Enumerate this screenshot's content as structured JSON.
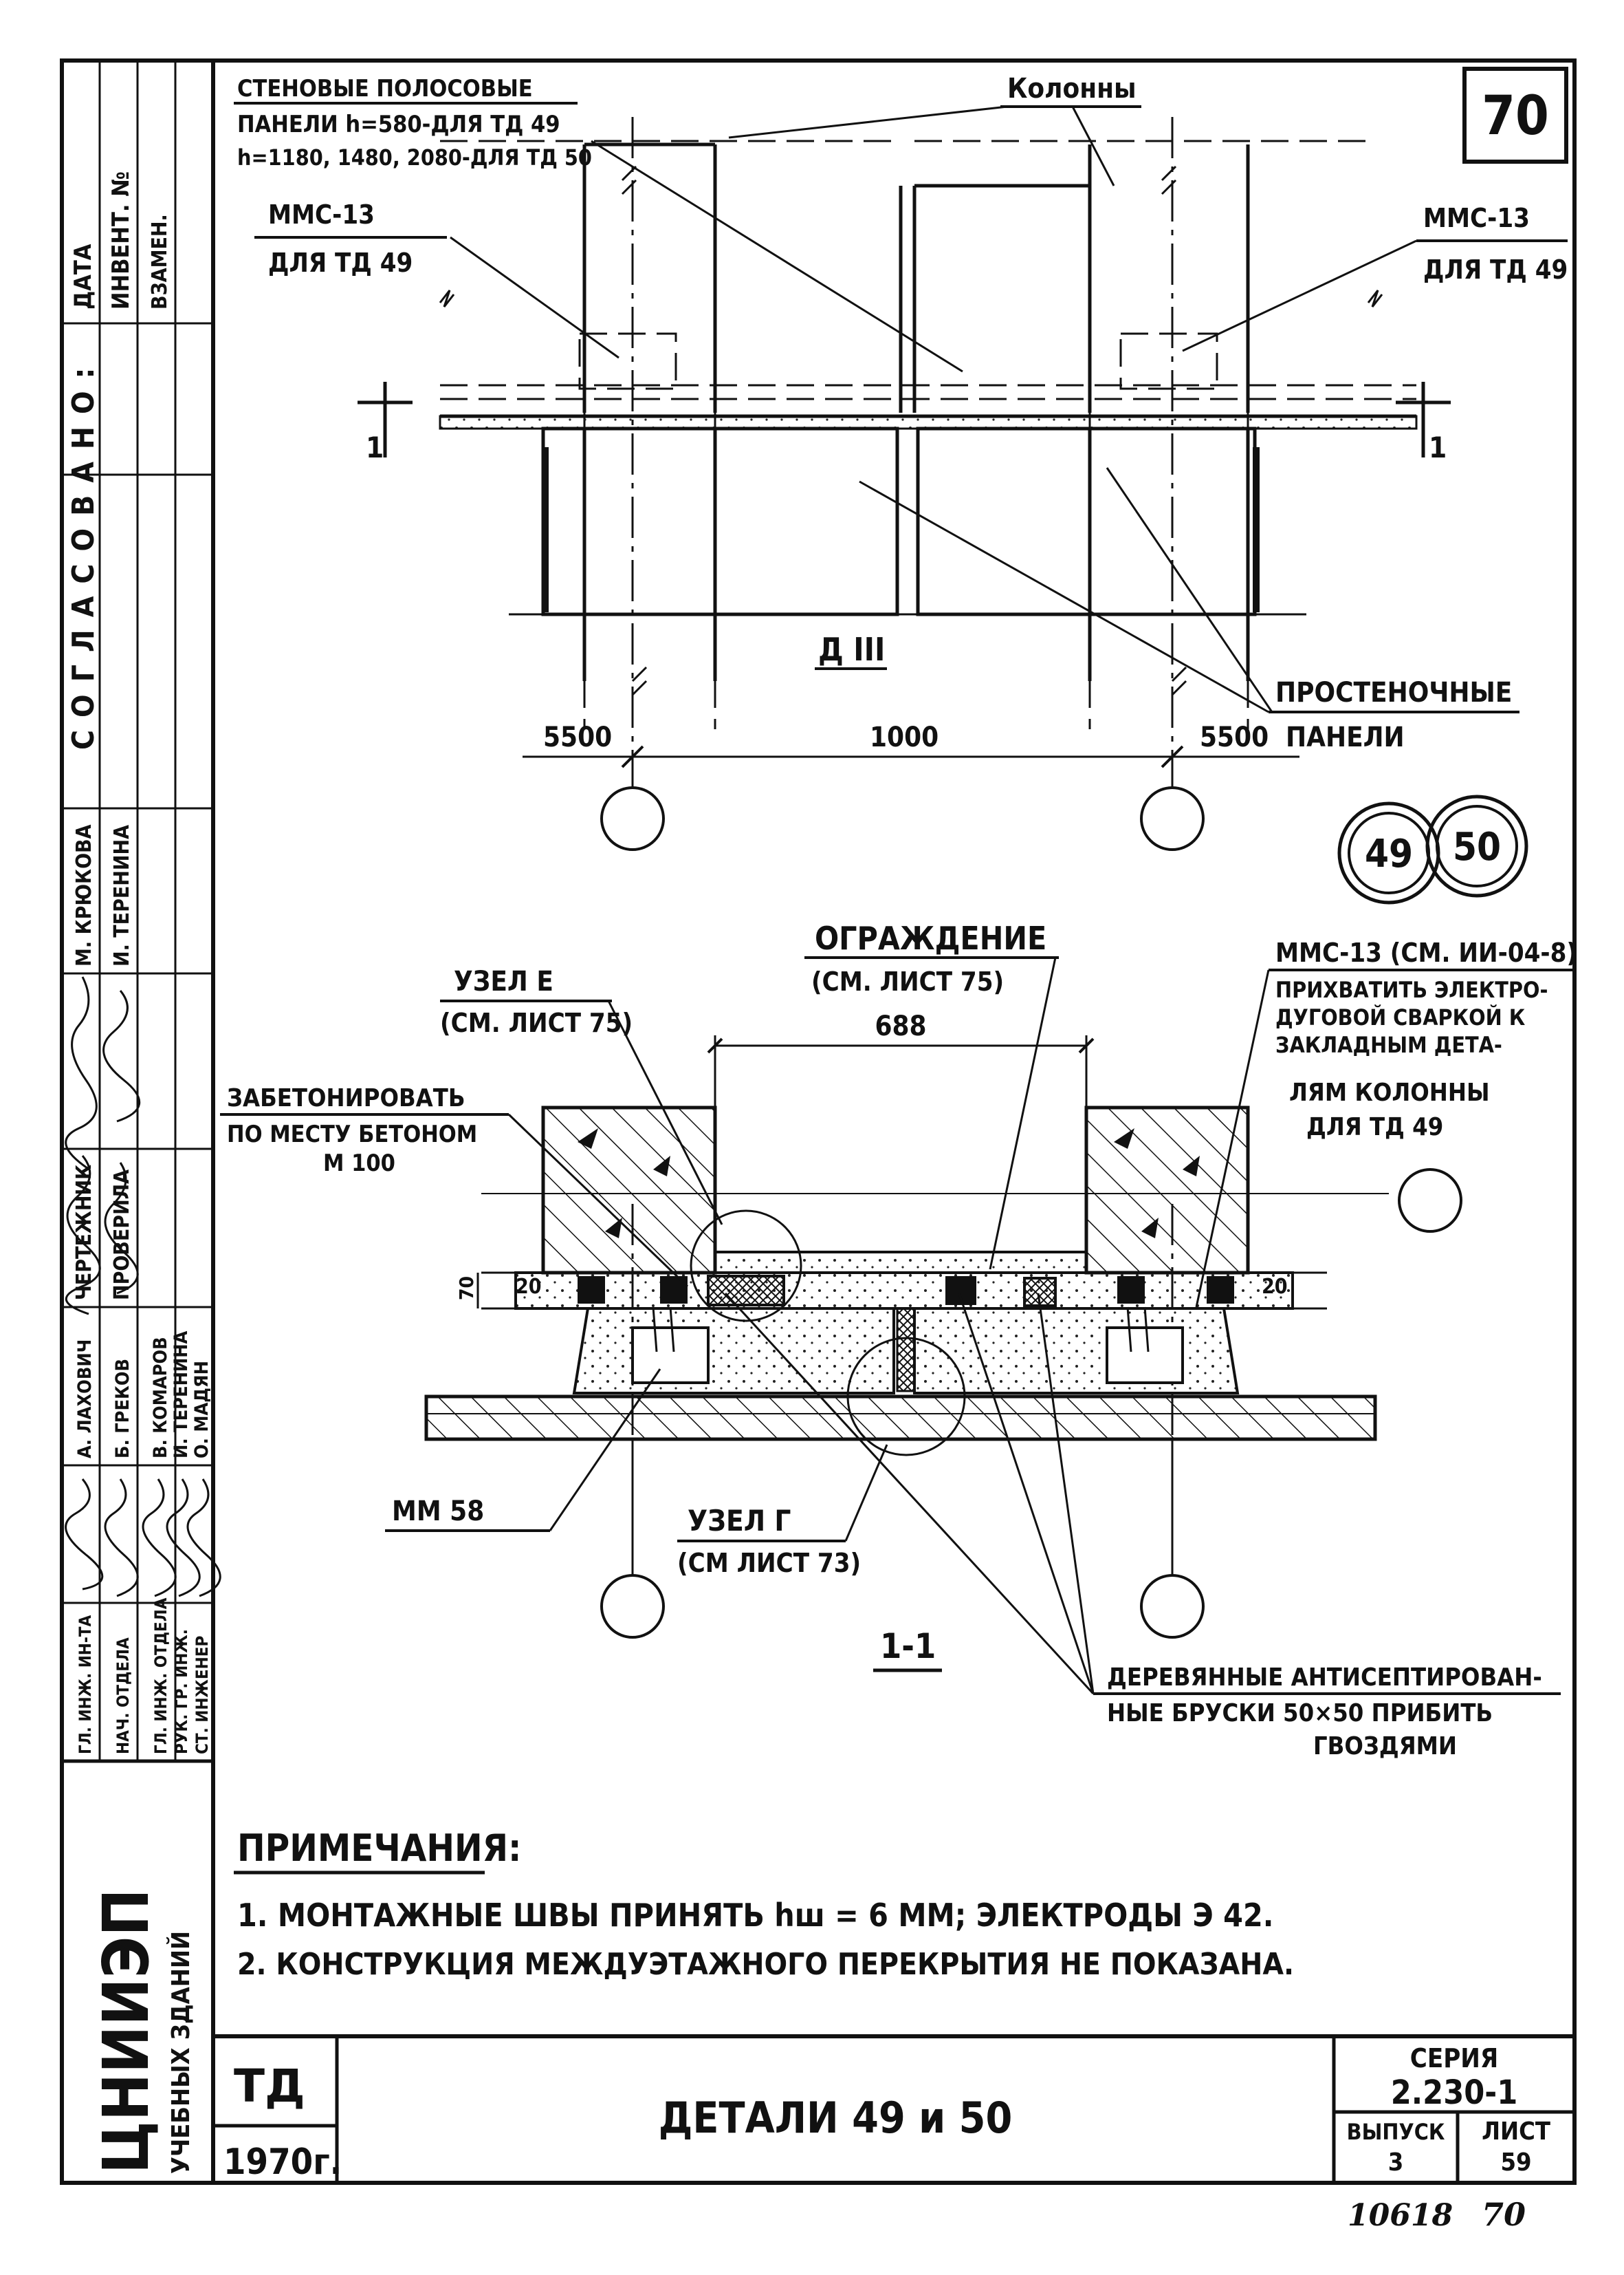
{
  "sheet_number": "70",
  "plan_view": {
    "label_wall_panels_1": "СТЕНОВЫЕ ПОЛОСОВЫЕ",
    "label_wall_panels_2": "ПАНЕЛИ h=580-ДЛЯ ТД 49",
    "label_wall_panels_3": "h=1180, 1480, 2080-ДЛЯ ТД 50",
    "label_columns": "Колонны",
    "label_mms_left_1": "ММС-13",
    "label_mms_left_2": "ДЛЯ ТД 49",
    "label_mms_right_1": "ММС-13",
    "label_mms_right_2": "ДЛЯ ТД 49",
    "section_mark_left": "1",
    "section_mark_right": "1",
    "label_view": "Д III",
    "label_pier_panels_1": "ПРОСТЕНОЧНЫЕ",
    "label_pier_panels_2": "ПАНЕЛИ",
    "dim_left": "5500",
    "dim_middle": "1000",
    "dim_right": "5500",
    "detail_49": "49",
    "detail_50": "50"
  },
  "section_view": {
    "label_fence_1": "ОГРАЖДЕНИЕ",
    "label_fence_2": "(СМ. ЛИСТ 75)",
    "dim_688": "688",
    "label_node_e_1": "УЗЕЛ Е",
    "label_node_e_2": "(СМ. ЛИСТ 75)",
    "label_concrete_1": "ЗАБЕТОНИРОВАТЬ",
    "label_concrete_2": "ПО МЕСТУ БЕТОНОМ",
    "label_concrete_3": "М 100",
    "label_mms_1": "ММС-13 (СМ. ИИ-04-8)",
    "label_mms_2": "ПРИХВАТИТЬ ЭЛЕКТРО-",
    "label_mms_3": "ДУГОВОЙ СВАРКОЙ К",
    "label_mms_4": "ЗАКЛАДНЫМ ДЕТА-",
    "label_mms_5": "ЛЯМ КОЛОННЫ",
    "label_mms_6": "ДЛЯ ТД 49",
    "dim_70": "70",
    "dim_20_left": "20",
    "dim_20_right": "20",
    "label_mm58": "ММ 58",
    "label_node_g_1": "УЗЕЛ Г",
    "label_node_g_2": "(СМ ЛИСТ 73)",
    "section_title": "1-1",
    "label_wood_1": "ДЕРЕВЯННЫЕ АНТИСЕПТИРОВАН-",
    "label_wood_2": "НЫЕ БРУСКИ 50×50 ПРИБИТЬ",
    "label_wood_3": "ГВОЗДЯМИ"
  },
  "notes": {
    "title": "ПРИМЕЧАНИЯ:",
    "note_1": "1. МОНТАЖНЫЕ ШВЫ ПРИНЯТЬ hш = 6 ММ; ЭЛЕКТРОДЫ Э 42.",
    "note_2": "2. КОНСТРУКЦИЯ МЕЖДУЭТАЖНОГО ПЕРЕКРЫТИЯ НЕ ПОКАЗАНА."
  },
  "side_strip": {
    "col_date": "ДАТА",
    "col_inv": "ИНВЕНТ. №",
    "col_replace": "ВЗАМЕН.",
    "agreed": "СОГЛАСОВАНО:",
    "name_kriukova": "М. КРЮКОВА",
    "name_terenina_top": "И. ТЕРЕНИНА",
    "role_drawer": "ЧЕРТЕЖНИК",
    "role_checked": "ПРОВЕРИЛА",
    "staff_1": "А. ЛАХОВИЧ",
    "staff_2": "Б. ГРЕКОВ",
    "staff_3": "В. КОМАРОВ",
    "staff_4": "И. ТЕРЕНИНА",
    "staff_5": "О. МАДЯН",
    "pos_1": "ГЛ. ИНЖ. ИН-ТА",
    "pos_2": "НАЧ. ОТДЕЛА",
    "pos_3": "ГЛ. ИНЖ. ОТДЕЛА",
    "pos_4": "РУК. ГР. ИНЖ.",
    "pos_5": "СТ. ИНЖЕНЕР",
    "org_1": "ЦНИИЭП",
    "org_2": "УЧЕБНЫХ ЗДАНИЙ"
  },
  "title_block": {
    "code": "ТД",
    "year": "1970г.",
    "title": "ДЕТАЛИ 49 и 50",
    "series_label": "СЕРИЯ",
    "series_value": "2.230-1",
    "issue_label": "ВЫПУСК",
    "issue_value": "3",
    "sheet_label": "ЛИСТ",
    "sheet_value": "59"
  },
  "footer": {
    "archive_number": "10618",
    "page_number": "70"
  }
}
